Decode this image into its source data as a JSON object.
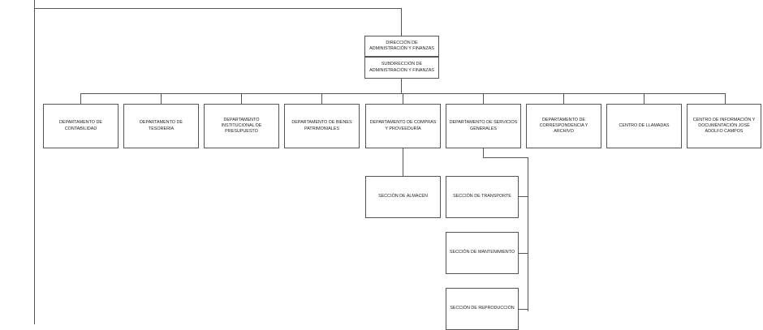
{
  "top": {
    "director": "DIRECCIÓN DE ADMINISTRACIÓN Y FINANZAS",
    "subdirector": "SUBDIRECCIÓN DE ADMINISTRACIÓN Y FINANZAS"
  },
  "departments": [
    "DEPARTAMENTO DE CONTABILIDAD",
    "DEPARTAMENTO DE TESORERÍA",
    "DEPARTAMENTO INSTITUCIONAL DE PRESUPUESTO",
    "DEPARTAMENTO DE BIENES PATRIMONIALES",
    "DEPARTAMENTO DE COMPRAS Y PROVEEDURÍA",
    "DEPARTAMENTO DE SERVICIOS GENERALES",
    "DEPARTAMENTO DE CORRESPONDENCIA Y ARCHIVO",
    "CENTRO DE LLAMADAS",
    "CENTRO DE INFORMACIÓN Y DOCUMENTACIÓN JOSÉ ADOLFO CAMPOS"
  ],
  "sections": {
    "compras": [
      "SECCIÓN DE ALMACÉN"
    ],
    "servicios": [
      "SECCIÓN DE TRANSPORTE",
      "SECCIÓN DE MANTENIMIENTO",
      "SECCIÓN DE REPRODUCCIÓN"
    ]
  }
}
